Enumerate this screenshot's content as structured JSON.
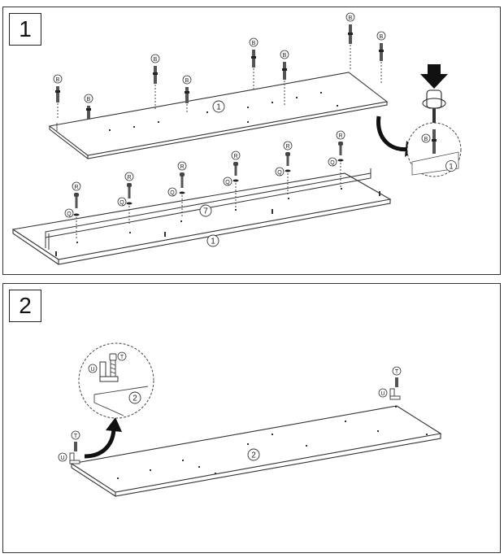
{
  "steps": [
    {
      "number": "1",
      "part_labels": {
        "top_panel": "1",
        "bottom_panel": "1",
        "rail": "7",
        "detail_panel": "1"
      },
      "hardware": {
        "bolt": "B",
        "rivet": "R",
        "washer": "Q"
      }
    },
    {
      "number": "2",
      "part_labels": {
        "panel": "2",
        "detail_panel": "2"
      },
      "hardware": {
        "screw": "T",
        "bracket": "U"
      }
    }
  ]
}
